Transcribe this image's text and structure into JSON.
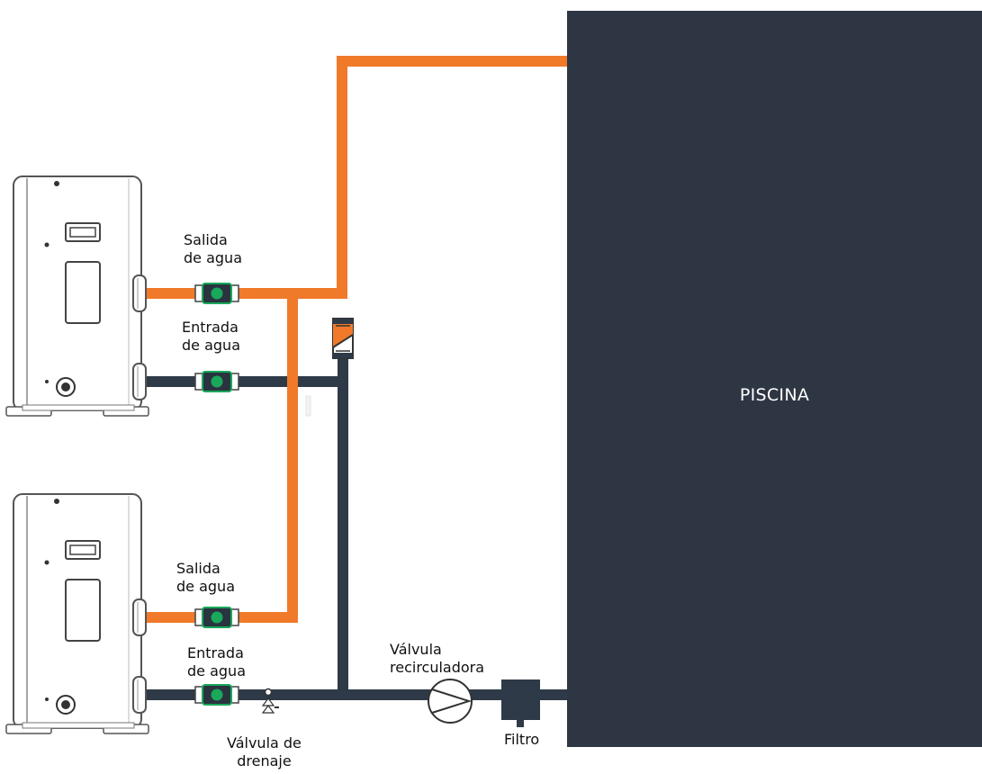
{
  "pool": {
    "label": "PISCINA"
  },
  "unit_top": {
    "outlet_label": [
      "Salida",
      "de agua"
    ],
    "inlet_label": [
      "Entrada",
      "de agua"
    ]
  },
  "unit_bottom": {
    "outlet_label": [
      "Salida",
      "de agua"
    ],
    "inlet_label": [
      "Entrada",
      "de agua"
    ]
  },
  "components": {
    "pump_label": [
      "Válvula",
      "recirculadora"
    ],
    "filter_label": "Filtro",
    "drain_valve_label": [
      "Válvula de",
      "drenaje"
    ]
  },
  "colors": {
    "hot_pipe": "#f07a2a",
    "cold_pipe": "#2e3a47",
    "pool": "#2e3643",
    "valve_green": "#1aa85a"
  }
}
